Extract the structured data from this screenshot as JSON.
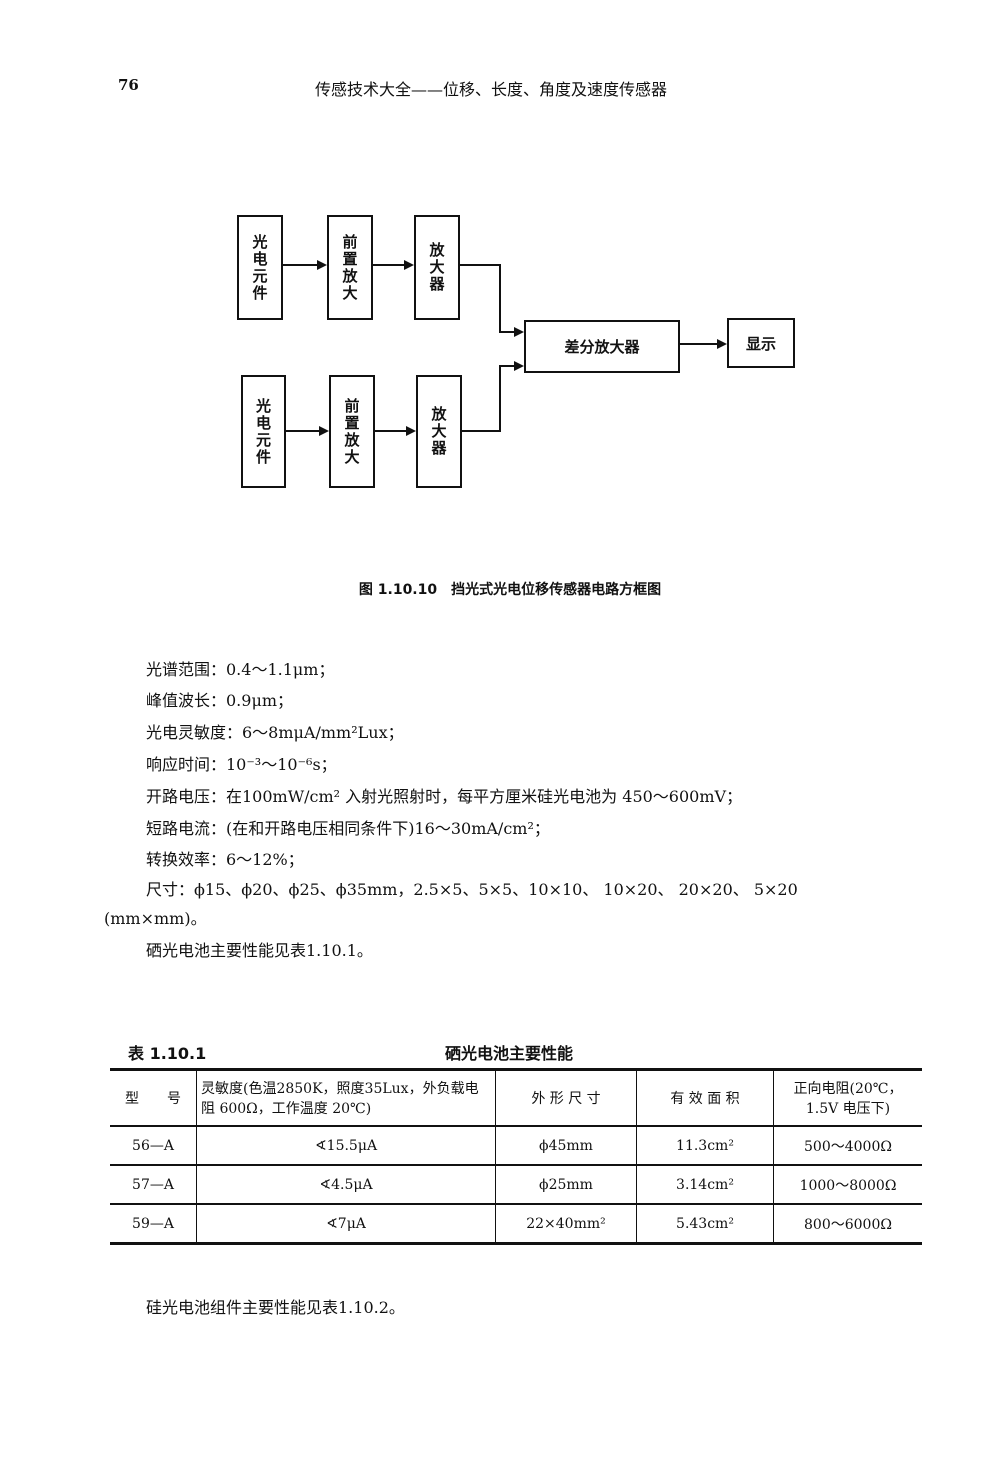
{
  "header": {
    "page_number": "76",
    "book_title": "传感技术大全——位移、长度、角度及速度传感器"
  },
  "diagram": {
    "top_row": [
      "光电元件",
      "前置放大",
      "放大器"
    ],
    "bottom_row": [
      "光电元件",
      "前置放大",
      "放大器"
    ],
    "differential_amp": "差分放大器",
    "display": "显示"
  },
  "figure_caption": "图 1.10.10　挡光式光电位移传感器电路方框图",
  "specs": [
    "光谱范围：0.4～1.1μm；",
    "峰值波长：0.9μm；",
    "光电灵敏度：6～8mμA/mm²Lux；",
    "响应时间：10⁻³～10⁻⁶s；",
    "开路电压：在100mW/cm² 入射光照射时，每平方厘米硅光电池为 450～600mV；",
    "短路电流：(在和开路电压相同条件下)16～30mA/cm²；",
    "转换效率：6～12%；",
    "尺寸：ϕ15、ϕ20、ϕ25、ϕ35mm，2.5×5、5×5、10×10、 10×20、 20×20、 5×20",
    "(mm×mm)。",
    "硒光电池主要性能见表1.10.1。"
  ],
  "table": {
    "label": "表 1.10.1",
    "title": "硒光电池主要性能",
    "headers": [
      "型　　号",
      "灵敏度(色温2850K，照度35Lux，外负载电阻 600Ω，工作温度 20℃)",
      "外 形 尺 寸",
      "有 效 面 积",
      "正向电阻(20℃，1.5V 电压下)"
    ],
    "rows": [
      [
        "56—A",
        "∢15.5μA",
        "ϕ45mm",
        "11.3cm²",
        "500～4000Ω"
      ],
      [
        "57—A",
        "∢4.5μA",
        "ϕ25mm",
        "3.14cm²",
        "1000～8000Ω"
      ],
      [
        "59—A",
        "∢7μA",
        "22×40mm²",
        "5.43cm²",
        "800～6000Ω"
      ]
    ]
  },
  "footer_text": "硅光电池组件主要性能见表1.10.2。"
}
